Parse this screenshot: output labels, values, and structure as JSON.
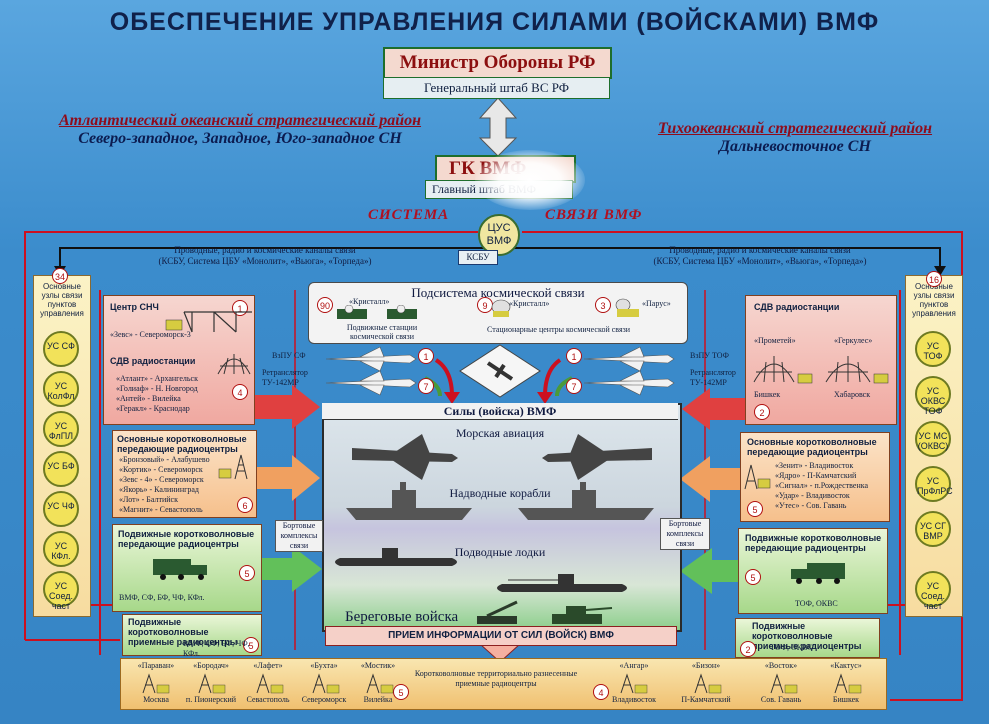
{
  "title": "ОБЕСПЕЧЕНИЕ УПРАВЛЕНИЯ СИЛАМИ (ВОЙСКАМИ) ВМФ",
  "top": {
    "minister": "Министр Обороны РФ",
    "genstab": "Генеральный штаб ВС РФ",
    "gk": "ГК ВМФ",
    "gkshtab": "Главный штаб ВМФ"
  },
  "regions": {
    "atlantic_title": "Атлантический океанский стратегический район",
    "atlantic_sub": "Северо-западное, Западное, Юго-западное СН",
    "pacific_title": "Тихоокеанский стратегический район",
    "pacific_sub": "Дальневосточное СН"
  },
  "system": {
    "left": "СИСТЕМА",
    "right": "СВЯЗИ ВМФ",
    "cus_line1": "ЦУС",
    "cus_line2": "ВМФ",
    "ksbu": "КСБУ"
  },
  "channels": {
    "line1": "Проводные, радио и космические каналы связи",
    "line2": "(КСБУ, Система ЦБУ «Монолит», «Вьюга», «Торпеда»)"
  },
  "left_column": {
    "badge": "34",
    "header": "Основные узлы связи пунктов управления",
    "nodes": [
      "УС СФ",
      "УС КолФл",
      "УС ФлПЛ",
      "УС БФ",
      "УС ЧФ",
      "УС КФл.",
      "УС Соед. част"
    ]
  },
  "right_column": {
    "badge": "16",
    "header": "Основные узлы связи пунктов управления",
    "nodes": [
      "УС ТОФ",
      "УС ОКВС ТОФ",
      "УС МС (ОКВС)",
      "УС ПрФлРС",
      "УС СГ ВМР",
      "УС Соед. част"
    ]
  },
  "left_boxes": {
    "sch": {
      "title": "Центр СНЧ",
      "badge": "1",
      "item": "«Зевс» - Североморск-3"
    },
    "sdv": {
      "title": "СДВ радиостанции",
      "badge": "4",
      "items": [
        "«Атлант» - Архангельск",
        "«Голиаф» - Н. Новгород",
        "«Антей» - Вилейка",
        "«Геракл» - Краснодар"
      ]
    },
    "kv": {
      "title": "Основные коротковолновые передающие радиоцентры",
      "badge": "6",
      "items": [
        "«Бронзовый» - Алабушево",
        "«Кортик» - Североморск",
        "«Зевс - 4» - Североморск",
        "«Якорь» - Калининград",
        "«Лот» - Балтийск",
        "«Магнит» - Севастополь"
      ]
    },
    "mob": {
      "title": "Подвижные коротковолновые передающие радиоцентры",
      "badge": "5",
      "caption": "ВМФ, СФ, БФ, ЧФ, КФл."
    },
    "mob_rx": {
      "title": "Подвижные коротковолновые приемные радиоцентры",
      "badge": "5",
      "caption": "ВМФ, СФ, БФ, ЧФ, КФл."
    }
  },
  "right_boxes": {
    "sdv": {
      "title": "СДВ радиостанции",
      "badge": "2",
      "items": [
        "«Прометей»",
        "«Геркулес»"
      ],
      "cities": [
        "Бишкек",
        "Хабаровск"
      ]
    },
    "kv": {
      "title": "Основные коротковолновые передающие радиоцентры",
      "badge": "5",
      "items": [
        "«Зенит» - Владивосток",
        "«Ядро» - П-Камчатский",
        "«Сигнал» - п.Рождественка",
        "«Удар» - Владивосток",
        "«Утес» - Сов. Гавань"
      ]
    },
    "mob": {
      "title": "Подвижные коротковолновые передающие радиоцентры",
      "badge": "5",
      "caption": "ТОФ, ОКВС"
    },
    "mob_rx": {
      "title": "Подвижные коротковолновые приемные радиоцентры",
      "badge": "2",
      "caption": "ТОФ, ОКВС"
    }
  },
  "kosmos": {
    "title": "Подсистема космической связи",
    "badge_a": "90",
    "label_a1": "«Кристалл»",
    "caption_a": "Подвижные станции космической связи",
    "badge_b": "9",
    "label_b": "«Кристалл»",
    "badge_c": "3",
    "label_c": "«Парус»",
    "caption_b": "Стационарные центры космической связи"
  },
  "aircraft": {
    "left_1": "ВзПУ СФ",
    "left_2": "Ретранслятор ТУ-142МР",
    "right_1": "ВзПУ ТОФ",
    "right_2": "Ретранслятор ТУ-142МР",
    "badge_l1": "1",
    "badge_l2": "7",
    "badge_r1": "1",
    "badge_r2": "7"
  },
  "forces": {
    "header": "Силы (войска) ВМФ",
    "aviation": "Морская авиация",
    "surface": "Надводные корабли",
    "submarines": "Подводные лодки",
    "coastal": "Береговые войска",
    "onboard_left": "Бортовые комплексы связи",
    "onboard_right": "Бортовые комплексы связи"
  },
  "priem": "ПРИЕМ ИНФОРМАЦИИ ОТ СИЛ (ВОЙСК) ВМФ",
  "bottom": {
    "center": "Коротковолновые территориально разнесенные приемные радиоцентры",
    "badge_left": "5",
    "badge_right": "4",
    "left_items": [
      {
        "name": "«Параван»",
        "city": "Москва"
      },
      {
        "name": "«Бородач»",
        "city": "п. Пионерский"
      },
      {
        "name": "«Лафет»",
        "city": "Севастополь"
      },
      {
        "name": "«Бухта»",
        "city": "Североморск"
      },
      {
        "name": "«Мостик»",
        "city": "Вилейка"
      }
    ],
    "right_items": [
      {
        "name": "«Ангар»",
        "city": "Владивосток"
      },
      {
        "name": "«Бизон»",
        "city": "П-Камчатский"
      },
      {
        "name": "«Восток»",
        "city": "Сов. Гавань"
      },
      {
        "name": "«Кактус»",
        "city": "Бишкек"
      }
    ]
  },
  "colors": {
    "line_red": "#cc1020",
    "line_dark": "#101010",
    "arrow_red": "#e04040",
    "arrow_orange": "#f0a060",
    "arrow_green": "#62c05a"
  }
}
